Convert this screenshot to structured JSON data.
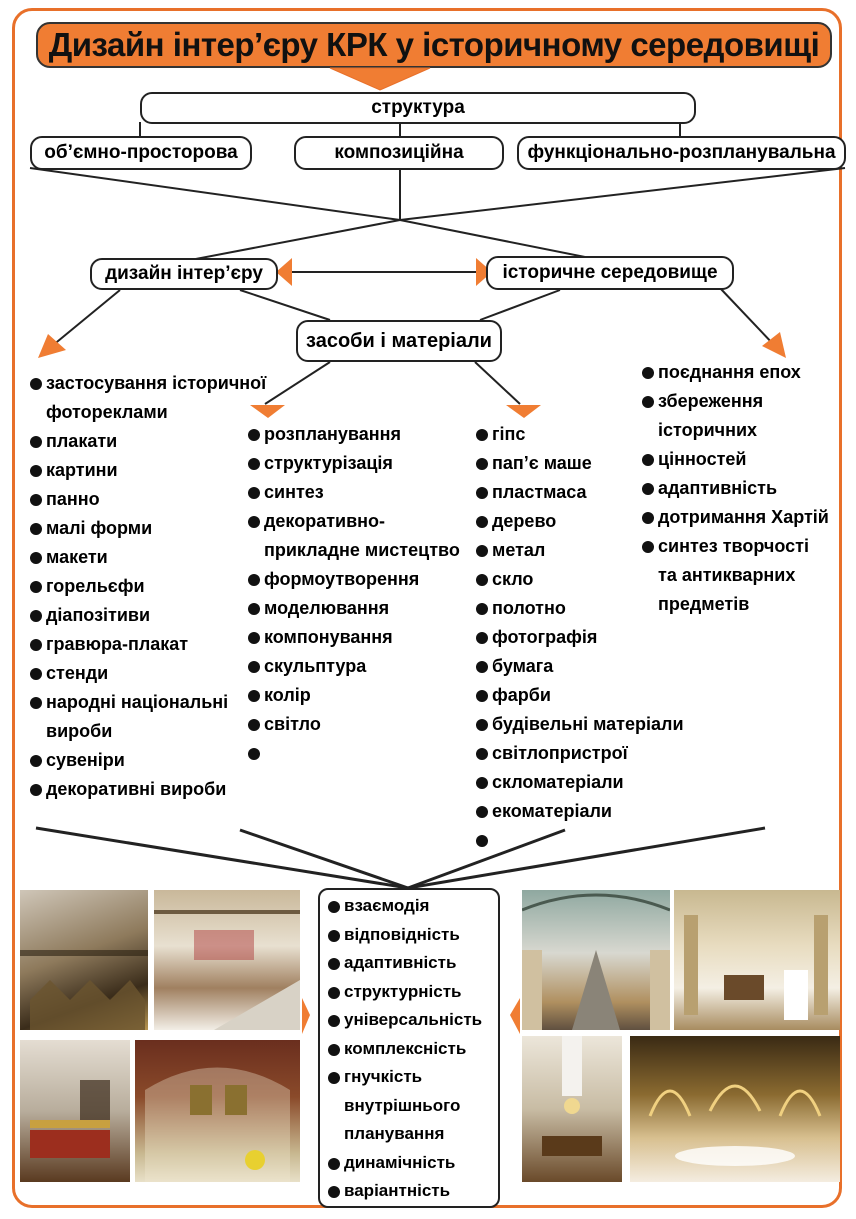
{
  "title": "Дизайн інтер’єру КРК у історичному середовищі",
  "structure": {
    "root": "структура",
    "branches": [
      "об’ємно-просторова",
      "композиційна",
      "функціонально-розпланувальна"
    ]
  },
  "middle": {
    "left": "дизайн інтер’єру",
    "right": "історичне середовище",
    "center": "засоби і матеріали"
  },
  "lists": {
    "col1": [
      "застосування історичної",
      "фотореклами",
      "плакати",
      "картини",
      "панно",
      "малі форми",
      "макети",
      "горельєфи",
      "діапозітиви",
      "гравюра-плакат",
      "стенди",
      "народні національні",
      "вироби",
      "сувеніри",
      "декоративні вироби"
    ],
    "col2": [
      "розпланування",
      "структурізація",
      "синтез",
      "декоративно-",
      "прикладне мистецтво",
      "формоутворення",
      "моделювання",
      "компонування",
      "скульптура",
      "колір",
      "світло",
      ""
    ],
    "col3": [
      "гіпс",
      "пап’є маше",
      "пластмаса",
      "дерево",
      "метал",
      "скло",
      "полотно",
      "фотографія",
      "бумага",
      "фарби",
      "будівельні матеріали",
      "світлопристрої",
      "скломатеріали",
      "екоматеріали",
      ""
    ],
    "col4": [
      "поєднання епох",
      "збереження",
      "історичних",
      "цінностей",
      "адаптивність",
      "дотримання Хартій",
      "синтез творчості",
      "та антикварних",
      "предметів"
    ]
  },
  "bottom": [
    "взаємодія",
    "відповідність",
    "адаптивність",
    "структурність",
    "універсальність",
    "комплексність",
    "гнучкість",
    "внутрішнього",
    "планування",
    "динамічність",
    "варіантність"
  ],
  "photos": [
    "interior-photo-1",
    "interior-photo-2",
    "interior-photo-3",
    "interior-photo-4",
    "interior-photo-5",
    "interior-photo-6",
    "interior-photo-7",
    "interior-photo-8"
  ],
  "colors": {
    "accent": "#f07d33",
    "border": "#e8702a"
  }
}
